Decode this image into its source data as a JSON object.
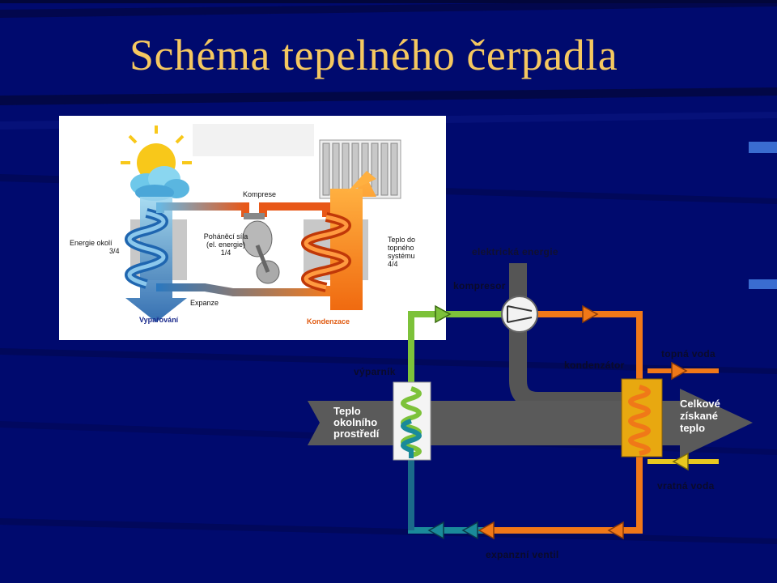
{
  "slide": {
    "title": "Schéma tepelného čerpadla",
    "colors": {
      "background": "#000a6e",
      "title": "#f5c860"
    }
  },
  "left_diagram": {
    "labels": {
      "compression": "Komprese",
      "driving_force_1": "Poháněcí síla",
      "driving_force_2": "(el. energie)",
      "driving_force_3": "1/4",
      "ambient_energy_1": "Energie okolí",
      "ambient_energy_2": "3/4",
      "heat_out_1": "Teplo do",
      "heat_out_2": "topného",
      "heat_out_3": "systému",
      "heat_out_4": "4/4",
      "expansion": "Expanze",
      "evaporation": "Vypařování",
      "condensation": "Kondenzace"
    },
    "icons": [
      "sun-icon",
      "cloud-icon",
      "radiator-icon",
      "piston-icon"
    ]
  },
  "right_diagram": {
    "labels": {
      "electric_energy": "elektrická energie",
      "compressor": "kompresor",
      "evaporator": "výparník",
      "condenser": "kondenzátor",
      "heating_water": "topná voda",
      "return_water": "vratná voda",
      "expansion_valve": "expanzní ventil",
      "ambient_heat_1": "Teplo",
      "ambient_heat_2": "okolního",
      "ambient_heat_3": "prostředí",
      "total_heat_1": "Celkové",
      "total_heat_2": "získané",
      "total_heat_3": "teplo"
    },
    "colors": {
      "cold_pipe": "#1a8a9a",
      "green_pipe": "#7dc23a",
      "warm_pipe": "#f07818",
      "energy_band": "#555555",
      "yellow_pipe": "#e8c820"
    }
  }
}
